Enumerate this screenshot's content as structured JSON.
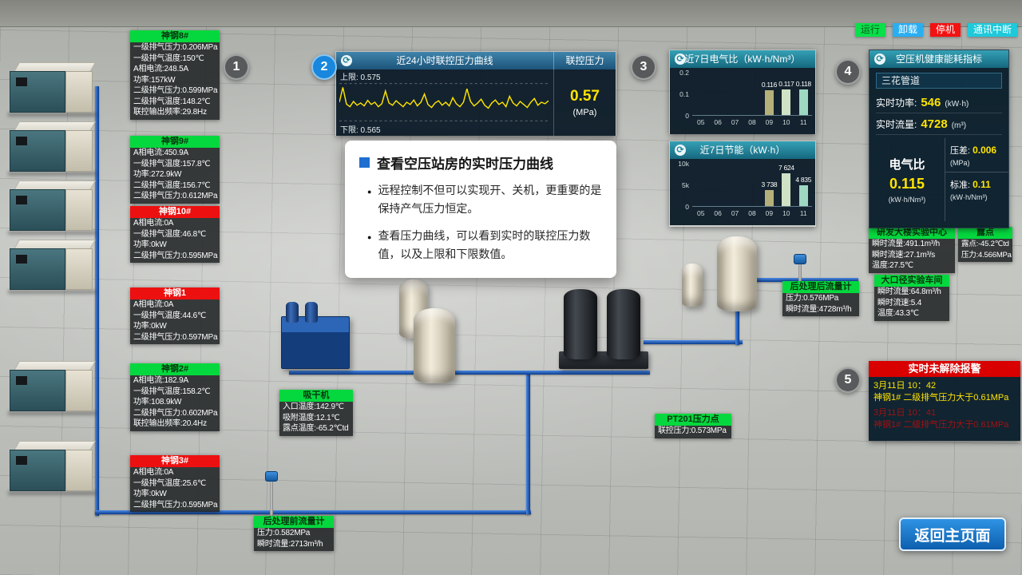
{
  "status_bar": {
    "items": [
      {
        "label": "运行",
        "bg": "#0ae04a",
        "fg": "#0b5c1d"
      },
      {
        "label": "卸载",
        "bg": "#2aaef2",
        "fg": "#ffffff"
      },
      {
        "label": "停机",
        "bg": "#f21212",
        "fg": "#ffffff"
      },
      {
        "label": "通讯中断",
        "bg": "#1fc9da",
        "fg": "#ffffff"
      }
    ]
  },
  "steps": {
    "s1": "1",
    "s2": "2",
    "s3": "3",
    "s4": "4",
    "s5": "5"
  },
  "compressors": [
    {
      "name": "神钢8#",
      "state": "run",
      "rows": [
        "一级排气压力:0.206MPa",
        "一级排气温度:150℃",
        "A相电流:248.5A",
        "功率:157kW",
        "二级排气压力:0.599MPa",
        "二级排气温度:148.2℃",
        "联控输出频率:29.8Hz"
      ]
    },
    {
      "name": "神钢9#",
      "state": "run",
      "rows": [
        "A相电流:450.9A",
        "一级排气温度:157.8℃",
        "功率:272.9kW",
        "二级排气温度:156.7℃",
        "二级排气压力:0.612MPa"
      ]
    },
    {
      "name": "神钢10#",
      "state": "stop",
      "rows": [
        "A相电流:0A",
        "一级排气温度:46.8℃",
        "功率:0kW",
        "二级排气压力:0.595MPa"
      ]
    },
    {
      "name": "神钢1",
      "state": "stop",
      "rows": [
        "A相电流:0A",
        "一级排气温度:44.6℃",
        "功率:0kW",
        "二级排气压力:0.597MPa"
      ]
    },
    {
      "name": "神钢2#",
      "state": "run",
      "rows": [
        "A相电流:182.9A",
        "一级排气温度:158.2℃",
        "功率:108.9kW",
        "二级排气压力:0.602MPa",
        "联控输出频率:20.4Hz"
      ]
    },
    {
      "name": "神钢3#",
      "state": "stop",
      "rows": [
        "A相电流:0A",
        "一级排气温度:25.6℃",
        "功率:0kW",
        "二级排气压力:0.595MPa"
      ]
    }
  ],
  "pressure_chart": {
    "title": "近24小时联控压力曲线",
    "right_title": "联控压力",
    "upper_label": "上限: 0.575",
    "lower_label": "下限: 0.565",
    "value": "0.57",
    "unit": "(MPa)",
    "upper": 0.575,
    "lower": 0.565,
    "ymin": 0.564,
    "ymax": 0.576,
    "points": [
      0.57,
      0.574,
      0.5695,
      0.5688,
      0.5702,
      0.5692,
      0.5698,
      0.569,
      0.5705,
      0.5694,
      0.57,
      0.5688,
      0.5696,
      0.573,
      0.5698,
      0.5692,
      0.5704,
      0.5696,
      0.5688,
      0.57,
      0.5694,
      0.5706,
      0.569,
      0.57,
      0.5722,
      0.5694,
      0.5686,
      0.5698,
      0.5704,
      0.5692,
      0.57,
      0.569,
      0.5712,
      0.5696,
      0.5688,
      0.57,
      0.5736,
      0.5702,
      0.569,
      0.5698,
      0.5708,
      0.5692,
      0.5684,
      0.5698,
      0.5706,
      0.5694,
      0.57,
      0.5688,
      0.5716,
      0.5698,
      0.569,
      0.5702,
      0.5694,
      0.5686,
      0.57,
      0.571,
      0.5692,
      0.57,
      0.5696,
      0.5704
    ]
  },
  "tooltip": {
    "title": "查看空压站房的实时压力曲线",
    "bullets": [
      "远程控制不但可以实现开、关机，更重要的是保持产气压力恒定。",
      "查看压力曲线，可以看到实时的联控压力数值，以及上限和下限数值。"
    ]
  },
  "chart_data": [
    {
      "type": "bar",
      "title": "近7日电气比（kW·h/Nm³）",
      "categories": [
        "05",
        "06",
        "07",
        "08",
        "09",
        "10",
        "11"
      ],
      "values": [
        null,
        null,
        null,
        null,
        0.116,
        0.117,
        0.118
      ],
      "value_labels": [
        "",
        "",
        "",
        "",
        "0.116",
        "0.117",
        "0.118"
      ],
      "yticks": [
        "0.2",
        "0.1",
        "0"
      ],
      "ylim": [
        0,
        0.2
      ],
      "bar_colors": [
        null,
        null,
        null,
        null,
        "#b5b07a",
        "#cfe2c6",
        "#9ed7c2"
      ],
      "xlabel": "",
      "ylabel": "",
      "grid": false,
      "legend_position": "none"
    },
    {
      "type": "bar",
      "title": "近7日节能（kW·h）",
      "categories": [
        "05",
        "06",
        "07",
        "08",
        "09",
        "10",
        "11"
      ],
      "values": [
        null,
        null,
        null,
        null,
        3738,
        7624,
        4835
      ],
      "value_labels": [
        "",
        "",
        "",
        "",
        "3 738",
        "7 624",
        "4 835"
      ],
      "yticks": [
        "10k",
        "5k",
        "0"
      ],
      "ylim": [
        0,
        10000
      ],
      "bar_colors": [
        null,
        null,
        null,
        null,
        "#b5b07a",
        "#cfe2c6",
        "#9ed7c2"
      ],
      "xlabel": "",
      "ylabel": "",
      "grid": false,
      "legend_position": "none"
    }
  ],
  "health": {
    "title": "空压机健康能耗指标",
    "pipeline": "三花管道",
    "power_label": "实时功率:",
    "power_value": "546",
    "power_unit": "(kW·h)",
    "flow_label": "实时流量:",
    "flow_value": "4728",
    "flow_unit": "(m³)",
    "ratio_label": "电气比",
    "ratio_value": "0.115",
    "ratio_unit": "(kW·h/Nm³)",
    "diff_label": "压差:",
    "diff_value": "0.006",
    "diff_unit": "(MPa)",
    "std_label": "标准:",
    "std_value": "0.11",
    "std_unit": "(kW·h/Nm³)"
  },
  "site_panels": [
    {
      "title": "研发大楼实验中心",
      "rows": [
        "瞬时流量:491.1m³/h",
        "瞬时流速:27.1m³/s",
        "温度:27.5℃"
      ]
    },
    {
      "title": "露点",
      "rows": [
        "露点:-45.2℃td",
        "压力:4.566MPa"
      ]
    },
    {
      "title": "大口径实验车间",
      "rows": [
        "瞬时流量:64.8m³/h",
        "瞬时流速:5.4",
        "温度:43.3℃"
      ]
    }
  ],
  "equipment_panels": [
    {
      "title": "吸干机",
      "rows": [
        "入口温度:142.9℃",
        "吸附温度:12.1℃",
        "露点温度:-65.2℃td"
      ]
    },
    {
      "title": "PT201压力点",
      "rows": [
        "联控压力:0.573MPa"
      ]
    },
    {
      "title": "后处理后流量计",
      "rows": [
        "压力:0.576MPa",
        "瞬时流量:4728m³/h"
      ]
    },
    {
      "title": "后处理前流量计",
      "rows": [
        "压力:0.582MPa",
        "瞬时流量:2713m³/h"
      ]
    }
  ],
  "alarm": {
    "title": "实时未解除报警",
    "entries": [
      {
        "time": "3月11日 10：42",
        "text": "神钢1# 二级排气压力大于0.61MPa",
        "color": "#ffe400"
      },
      {
        "time": "3月11日 10：41",
        "text": "神钢1# 二级排气压力大于0.61MPa",
        "color": "#a01212"
      }
    ]
  },
  "back_button_label": "返回主页面"
}
